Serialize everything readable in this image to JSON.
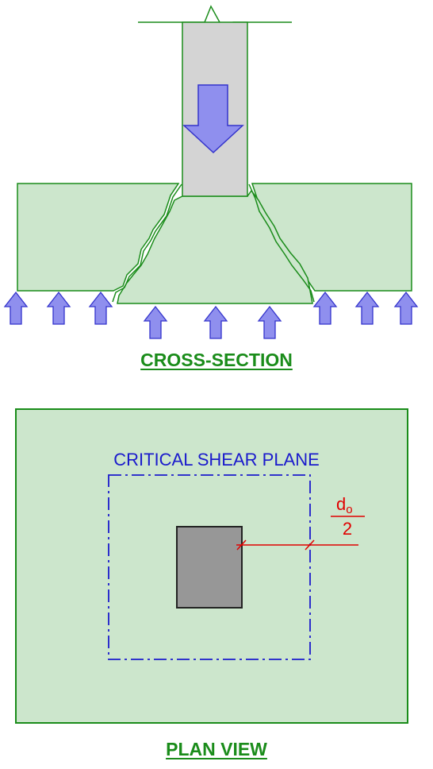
{
  "colors": {
    "slab_fill": "#cce6cc",
    "slab_stroke": "#1a8c1a",
    "column_fill": "#d4d4d4",
    "column_plan_fill": "#979797",
    "arrow_fill": "#8f8fee",
    "arrow_stroke": "#3333cc",
    "title_color": "#1a8c1a",
    "shear_plane_color": "#1a1acc",
    "dimension_color": "#e00000"
  },
  "cross_section": {
    "title": "CROSS-SECTION",
    "icons": {
      "load_arrow": "down-arrow-icon",
      "pressure_arrow": "up-arrow-icon"
    }
  },
  "plan_view": {
    "title": "PLAN VIEW",
    "shear_plane_label": "CRITICAL SHEAR PLANE",
    "dimension": {
      "numerator": "d",
      "subscript": "o",
      "denominator": "2"
    }
  }
}
